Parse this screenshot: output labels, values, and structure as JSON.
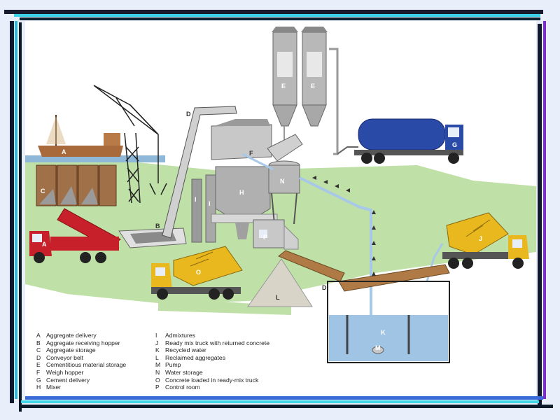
{
  "legend": {
    "left": [
      {
        "key": "A",
        "text": "Aggregate delivery"
      },
      {
        "key": "B",
        "text": "Aggregate receiving hopper"
      },
      {
        "key": "C",
        "text": "Aggregate storage"
      },
      {
        "key": "D",
        "text": "Conveyor belt"
      },
      {
        "key": "E",
        "text": "Cementitious material storage"
      },
      {
        "key": "F",
        "text": "Weigh hopper"
      },
      {
        "key": "G",
        "text": "Cement delivery"
      },
      {
        "key": "H",
        "text": "Mixer"
      }
    ],
    "right": [
      {
        "key": "I",
        "text": "Admixtures"
      },
      {
        "key": "J",
        "text": "Ready mix truck with returned concrete"
      },
      {
        "key": "K",
        "text": "Recycled water"
      },
      {
        "key": "L",
        "text": "Reclaimed aggregates"
      },
      {
        "key": "M",
        "text": "Pump"
      },
      {
        "key": "N",
        "text": "Water storage"
      },
      {
        "key": "O",
        "text": "Concrete loaded in ready-mix truck"
      },
      {
        "key": "P",
        "text": "Control room"
      }
    ]
  },
  "labels": {
    "A": "A",
    "B": "B",
    "C": "C",
    "D": "D",
    "E": "E",
    "F": "F",
    "G": "G",
    "H": "H",
    "I": "I",
    "J": "J",
    "K": "K",
    "L": "L",
    "M": "M",
    "N": "N",
    "O": "O",
    "P": "P"
  },
  "colors": {
    "background": "#e8eefa",
    "ground": "#bfe0a6",
    "water": "#9fc4e4",
    "truck_red": "#c8202a",
    "truck_yellow": "#e8b81e",
    "tanker_blue": "#2a4aa8",
    "steel": "#b8b8b8"
  }
}
